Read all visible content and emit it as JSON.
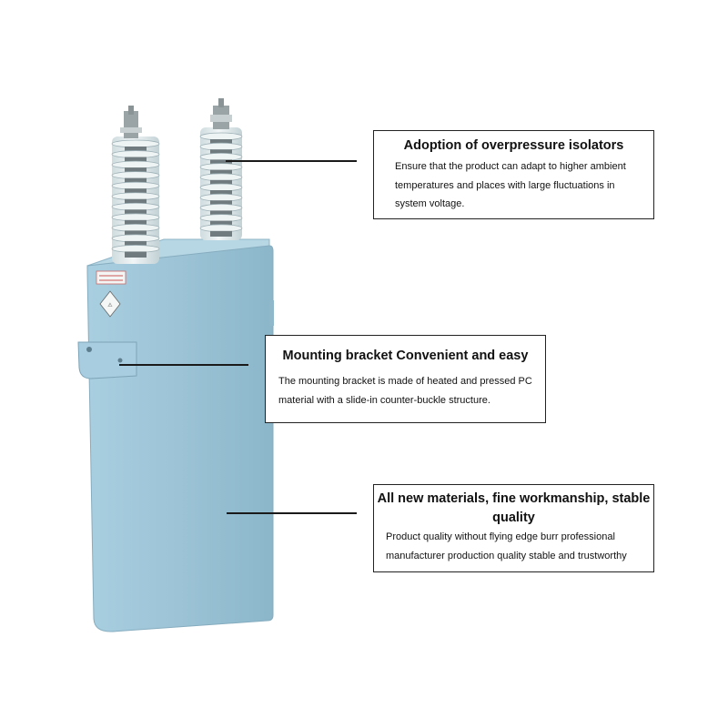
{
  "product": {
    "label_plate_text": ""
  },
  "callouts": [
    {
      "title": "Adoption of overpressure isolators",
      "body": "Ensure that the product can adapt to higher ambient temperatures and places with large fluctuations in system voltage."
    },
    {
      "title": "Mounting bracket Convenient and easy",
      "body": "The mounting bracket is made of heated and pressed PC material with a slide-in counter-buckle structure."
    },
    {
      "title": "All new materials, fine workmanship, stable quality",
      "body": "Product quality without flying edge burr professional manufacturer production quality stable and trustworthy"
    }
  ],
  "colors": {
    "casing": "#9cc3d6",
    "casing_shadow": "#86b0c5",
    "insulator": "#e3ecee",
    "callout_border": "#222222",
    "leader_line": "#1a1a1a"
  }
}
